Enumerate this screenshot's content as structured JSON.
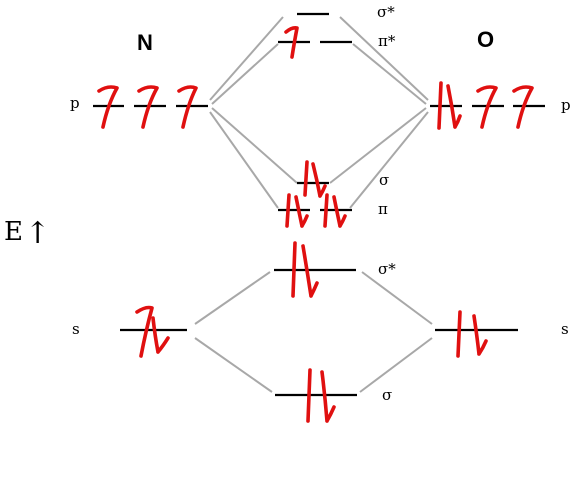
{
  "atoms": {
    "left": "N",
    "right": "O"
  },
  "energy_axis": {
    "label": "E",
    "arrow": "↑"
  },
  "left_labels": {
    "p": "p",
    "s": "s"
  },
  "right_labels": {
    "p": "p",
    "s": "s"
  },
  "mo_labels": {
    "sigma_star_2p": "σ*",
    "pi_star_2p": "π*",
    "sigma_2p": "σ",
    "pi_2p": "π",
    "sigma_star_2s": "σ*",
    "sigma_2s": "σ"
  },
  "colors": {
    "level_line": "#000000",
    "connector": "#a8a8a8",
    "electron": "#e01010"
  },
  "electrons": {
    "N_2p": [
      1,
      1,
      1
    ],
    "O_2p": [
      2,
      1,
      1
    ],
    "N_2s": 2,
    "O_2s": 2,
    "pi_star_2p": [
      1,
      0
    ],
    "sigma_2p": 2,
    "pi_2p": [
      2,
      2
    ],
    "sigma_star_2s": 2,
    "sigma_2s": 2
  }
}
